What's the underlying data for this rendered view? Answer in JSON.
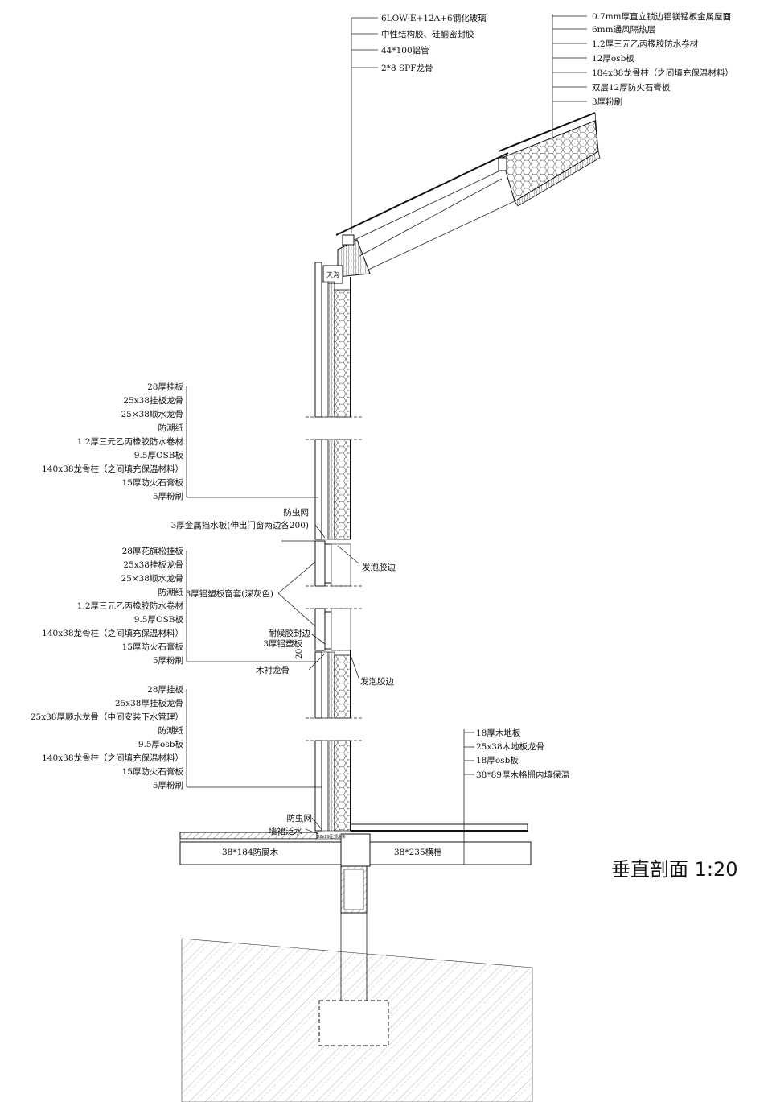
{
  "title": "垂直剖面  1:20",
  "roof_glass_labels": [
    "6LOW-E+12A+6钢化玻璃",
    "中性结构胶、硅酮密封胶",
    "44*100铝管",
    "2*8 SPF龙骨"
  ],
  "roof_labels": [
    "0.7mm厚直立锁边铝镁锰板金属屋面",
    "6mm通风隔热层",
    "1.2厚三元乙丙橡胶防水卷材",
    "12厚osb板",
    "184x38龙骨柱（之间填充保温材料）",
    "双层12厚防火石膏板",
    "3厚粉刷"
  ],
  "gutter_label": "天沟",
  "wall1_labels": [
    "28厚挂板",
    "25x38挂板龙骨",
    "25×38顺水龙骨",
    "防潮纸",
    "1.2厚三元乙丙橡胶防水卷材",
    "9.5厚OSB板",
    "140x38龙骨柱（之间填充保温材料）",
    "15厚防火石膏板",
    "5厚粉刷"
  ],
  "window_top_labels": [
    "防虫网",
    "3厚金属挡水板(伸出门窗两边各200)"
  ],
  "foam_label_1": "发泡胶边",
  "window_frame_label": "3厚铝塑板窗套(深灰色)",
  "wall2_labels": [
    "28厚花旗松挂板",
    "25x38挂板龙骨",
    "25×38顺水龙骨",
    "防潮纸",
    "1.2厚三元乙丙橡胶防水卷材",
    "9.5厚OSB板",
    "140x38龙骨柱（之间填充保温材料）",
    "15厚防火石膏板",
    "5厚粉刷"
  ],
  "sill_labels": [
    "耐候胶封边",
    "3厚铝塑板",
    "20",
    "木衬龙骨"
  ],
  "foam_label_2": "发泡胶边",
  "wall3_labels": [
    "28厚挂板",
    "25x38厚挂板龙骨",
    "25x38厚顺水龙骨（中间安装下水管理）",
    "防潮纸",
    "9.5厚osb板",
    "140x38龙骨柱（之间填充保温材料）",
    "15厚防火石膏板",
    "5厚粉刷"
  ],
  "floor_labels": [
    "18厚木地板",
    "25x38木地板龙骨",
    "18厚osb板",
    "38*89厚木格栅内填保温"
  ],
  "base_labels": [
    "防虫网",
    "墙裙泛水"
  ],
  "beam_left_label": "38*184防腐木",
  "beam_right_label": "38*235横档",
  "tiny_label": "38x89压顶木条"
}
